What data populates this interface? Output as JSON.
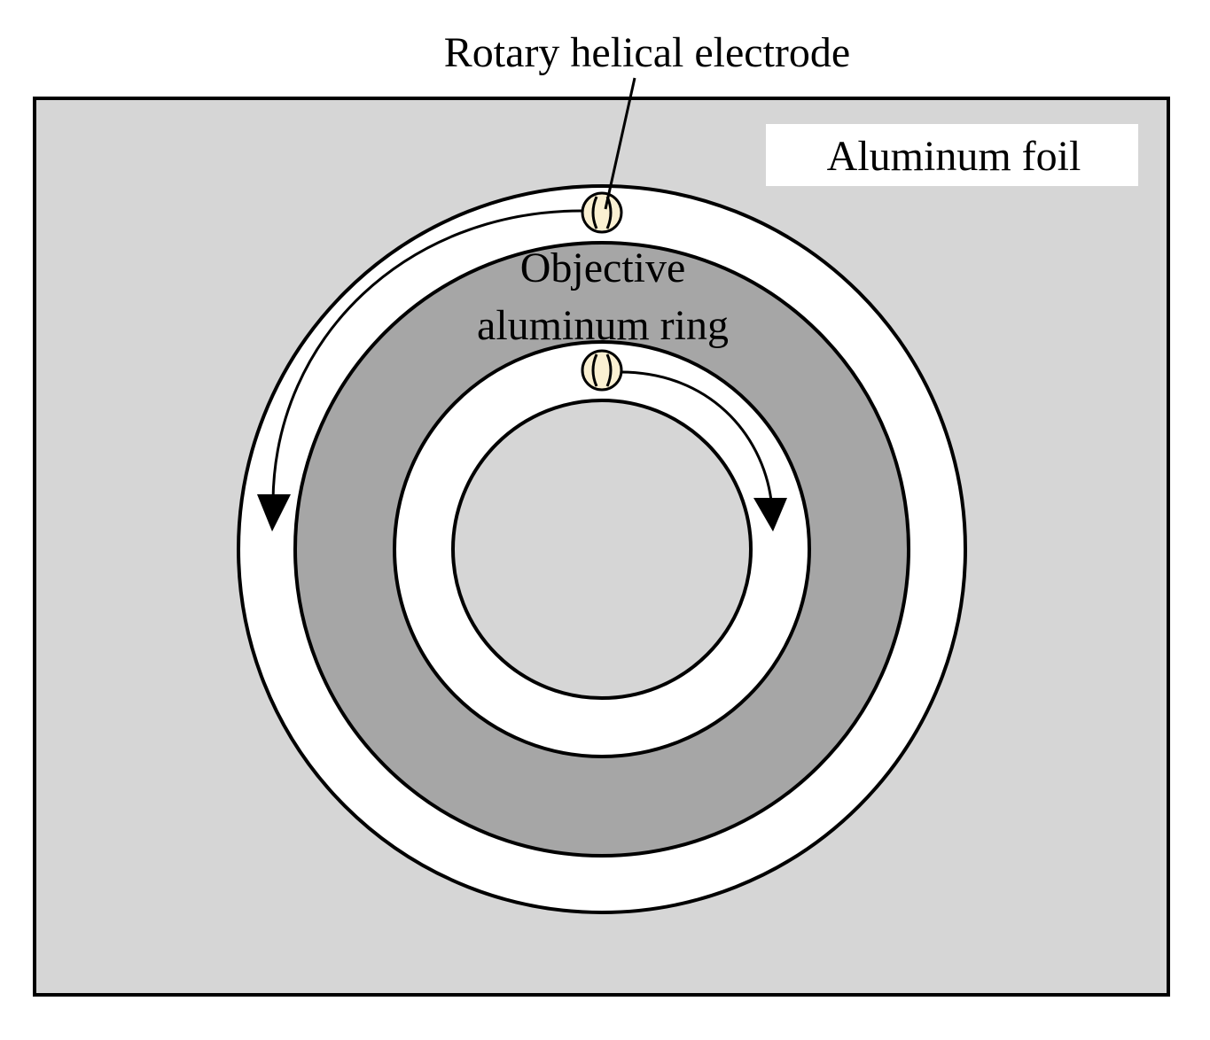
{
  "labels": {
    "electrode": "Rotary helical electrode",
    "foil": "Aluminum foil",
    "ring_line1": "Objective",
    "ring_line2": "aluminum ring"
  },
  "colors": {
    "foil": "#d6d6d6",
    "ring": "#a6a6a6",
    "track": "#ffffff",
    "electrode": "#faf0d2",
    "stroke": "#000000"
  },
  "icons": [
    "electrode-icon",
    "arrow-outer-icon",
    "arrow-inner-icon"
  ]
}
